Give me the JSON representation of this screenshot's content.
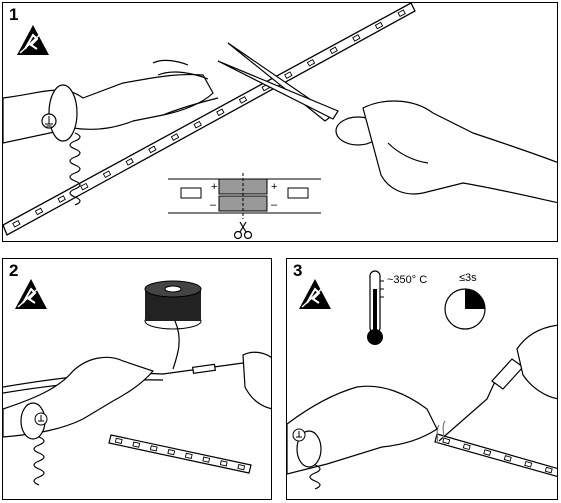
{
  "steps": [
    {
      "number": "1"
    },
    {
      "number": "2"
    },
    {
      "number": "3"
    }
  ],
  "cut_marker": {
    "plus": "+",
    "minus": "–"
  },
  "soldering": {
    "temperature": "~350° C",
    "time": "≤3s",
    "time_fraction": 0.25
  },
  "icons": [
    "esd-warning-icon",
    "ground-symbol-icon",
    "scissors-icon",
    "thermometer-icon",
    "timer-icon"
  ]
}
